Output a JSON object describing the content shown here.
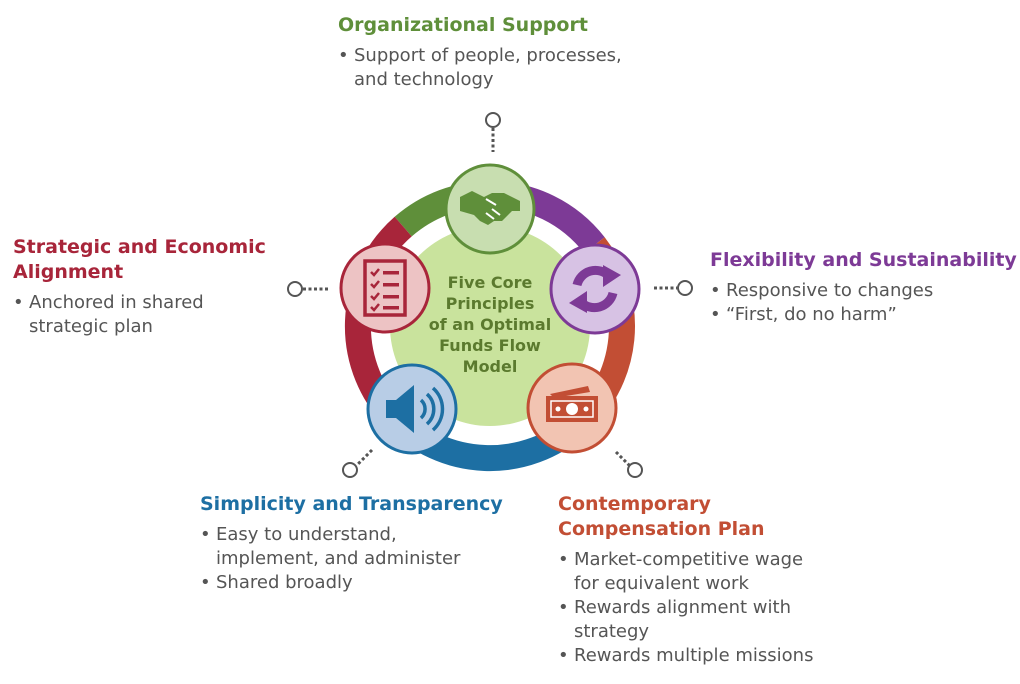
{
  "center": {
    "lines": [
      "Five Core",
      "Principles",
      "of an Optimal",
      "Funds Flow",
      "Model"
    ],
    "color": "#5b7a2e",
    "fill": "#c9e39d"
  },
  "principles": [
    {
      "id": "organizational-support",
      "title": "Organizational Support",
      "color": "#5f8f3a",
      "icon_fill": "#c8deb0",
      "icon": "handshake-icon",
      "bullets": [
        "Support of people, processes,",
        "and technology"
      ]
    },
    {
      "id": "flexibility-sustainability",
      "title": "Flexibility and Sustainability",
      "color": "#7d3a96",
      "icon_fill": "#d7c2e4",
      "icon": "refresh-arrows-icon",
      "bullets": [
        "Responsive to changes",
        "“First, do no harm”"
      ]
    },
    {
      "id": "contemporary-compensation",
      "title_lines": [
        "Contemporary",
        "Compensation Plan"
      ],
      "color": "#c24e34",
      "icon_fill": "#f2c4b2",
      "icon": "money-icon",
      "bullets": [
        "Market-competitive wage",
        "for equivalent work",
        "Rewards alignment with",
        "strategy",
        "Rewards multiple missions"
      ]
    },
    {
      "id": "simplicity-transparency",
      "title": "Simplicity and Transparency",
      "color": "#1d6fa3",
      "icon_fill": "#b8cde6",
      "icon": "speaker-icon",
      "bullets": [
        "Easy to understand,",
        "implement, and administer",
        "Shared broadly"
      ]
    },
    {
      "id": "strategic-economic",
      "title_lines": [
        "Strategic and Economic",
        "Alignment"
      ],
      "color": "#a8253a",
      "icon_fill": "#edc3c4",
      "icon": "checklist-icon",
      "bullets": [
        "Anchored in shared",
        "strategic plan"
      ]
    }
  ]
}
